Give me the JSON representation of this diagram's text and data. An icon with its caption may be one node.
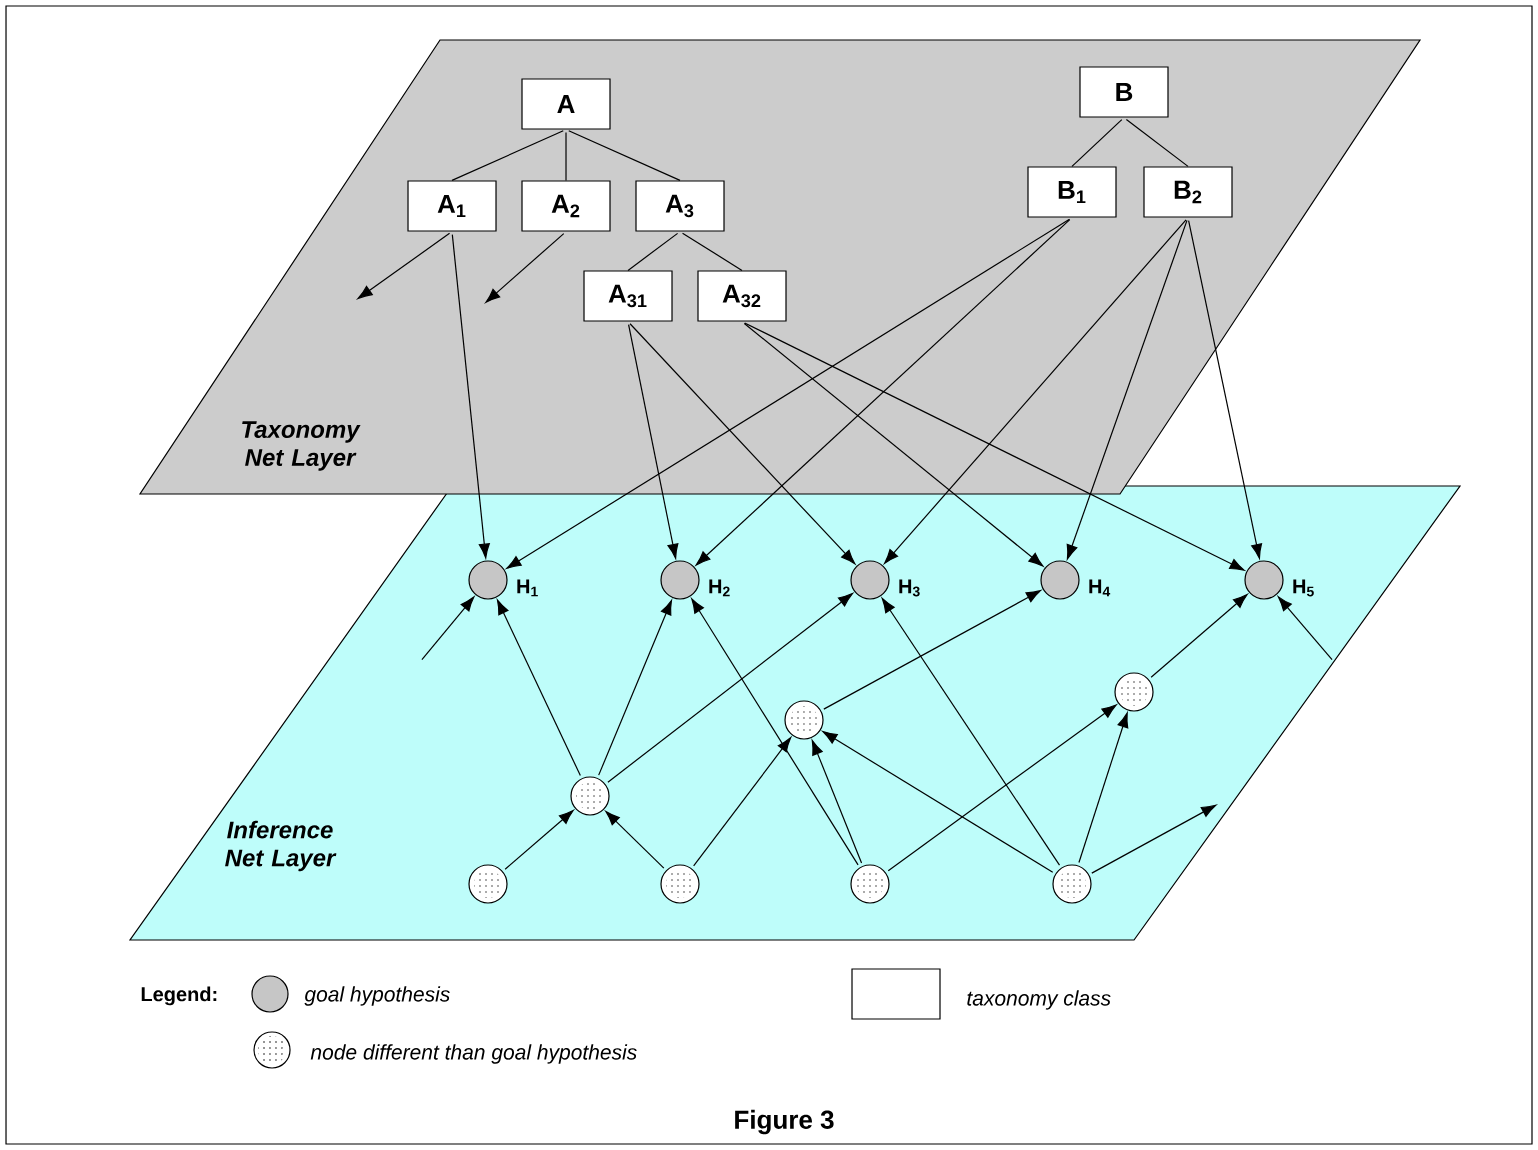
{
  "diagram": {
    "caption": "Figure 3",
    "nodes": [
      {
        "text": [
          "Taxonomy Net Layer"
        ]
      },
      {
        "text": [
          "A"
        ],
        "in": 0
      },
      {
        "text": [
          "A$_{1}$"
        ],
        "in": 0
      },
      {
        "text": [
          "A$_{2}$"
        ],
        "in": 0
      },
      {
        "text": [
          "A$_{3}$"
        ],
        "in": 0
      },
      {
        "text": [
          "A$_{31}$"
        ],
        "in": 0
      },
      {
        "text": [
          "A$_{32}$"
        ],
        "in": 0
      },
      {
        "text": [
          "B"
        ],
        "in": 0
      },
      {
        "text": [
          "B$_{1}$"
        ],
        "in": 0
      },
      {
        "text": [
          "B$_{2}$"
        ],
        "in": 0
      },
      {
        "text": [
          "Inference Net Layer"
        ]
      },
      {
        "text": [],
        "shape": "circle",
        "beside": [
          "H$_{1}$"
        ],
        "in": 10
      },
      {
        "text": [],
        "shape": "circle",
        "beside": [
          "H$_{2}$"
        ],
        "in": 10
      },
      {
        "text": [],
        "shape": "circle",
        "beside": [
          "H$_{3}$"
        ],
        "in": 10
      },
      {
        "text": [],
        "shape": "circle",
        "beside": [
          "H$_{4}$"
        ],
        "in": 10
      },
      {
        "text": [],
        "shape": "circle",
        "beside": [
          "H$_{5}$"
        ],
        "in": 10
      },
      {
        "text": [],
        "shape": "circle",
        "in": 10
      },
      {
        "text": [],
        "shape": "circle",
        "in": 10
      },
      {
        "text": [],
        "shape": "circle",
        "in": 10
      },
      {
        "text": [],
        "shape": "circle",
        "in": 10
      },
      {
        "text": [],
        "shape": "circle",
        "in": 10
      },
      {
        "text": [],
        "shape": "circle",
        "in": 10
      },
      {
        "text": [],
        "shape": "circle",
        "in": 10
      }
    ],
    "edges": [
      {
        "from": 1,
        "to": 2,
        "arrow": "none"
      },
      {
        "from": 1,
        "to": 3,
        "arrow": "none"
      },
      {
        "from": 1,
        "to": 4,
        "arrow": "none"
      },
      {
        "from": 4,
        "to": 5,
        "arrow": "none"
      },
      {
        "from": 4,
        "to": 6,
        "arrow": "none"
      },
      {
        "from": 7,
        "to": 8,
        "arrow": "none"
      },
      {
        "from": 7,
        "to": 9,
        "arrow": "none"
      },
      {
        "from": 2,
        "to": null,
        "arrow": "to"
      },
      {
        "from": 3,
        "to": null,
        "arrow": "to"
      },
      {
        "from": 2,
        "to": 11,
        "arrow": "to"
      },
      {
        "from": 8,
        "to": 11,
        "arrow": "to"
      },
      {
        "from": 5,
        "to": 12,
        "arrow": "to"
      },
      {
        "from": 8,
        "to": 12,
        "arrow": "to"
      },
      {
        "from": 5,
        "to": 13,
        "arrow": "to"
      },
      {
        "from": 9,
        "to": 13,
        "arrow": "to"
      },
      {
        "from": 6,
        "to": 14,
        "arrow": "to"
      },
      {
        "from": 9,
        "to": 14,
        "arrow": "to"
      },
      {
        "from": 6,
        "to": 15,
        "arrow": "to"
      },
      {
        "from": 9,
        "to": 15,
        "arrow": "to"
      },
      {
        "from": null,
        "to": 11,
        "arrow": "to"
      },
      {
        "from": 16,
        "to": 11,
        "arrow": "to"
      },
      {
        "from": 16,
        "to": 12,
        "arrow": "to"
      },
      {
        "from": 16,
        "to": 13,
        "arrow": "to"
      },
      {
        "from": 21,
        "to": 12,
        "arrow": "to"
      },
      {
        "from": 19,
        "to": 16,
        "arrow": "to"
      },
      {
        "from": 20,
        "to": 16,
        "arrow": "to"
      },
      {
        "from": 20,
        "to": 17,
        "arrow": "to"
      },
      {
        "from": 21,
        "to": 17,
        "arrow": "to"
      },
      {
        "from": 21,
        "to": 18,
        "arrow": "to"
      },
      {
        "from": 22,
        "to": 17,
        "arrow": "to"
      },
      {
        "from": 22,
        "to": 13,
        "arrow": "to"
      },
      {
        "from": 22,
        "to": 18,
        "arrow": "to"
      },
      {
        "from": 22,
        "to": null,
        "arrow": "to"
      },
      {
        "from": 17,
        "to": 14,
        "arrow": "to"
      },
      {
        "from": 18,
        "to": 15,
        "arrow": "to"
      },
      {
        "from": null,
        "to": 15,
        "arrow": "to"
      }
    ],
    "labels": [
      "Legend:"
    ],
    "legend": [
      {
        "text": "goal hypothesis"
      },
      {
        "text": "taxonomy class"
      },
      {
        "text": "node different than goal hypothesis"
      }
    ]
  }
}
